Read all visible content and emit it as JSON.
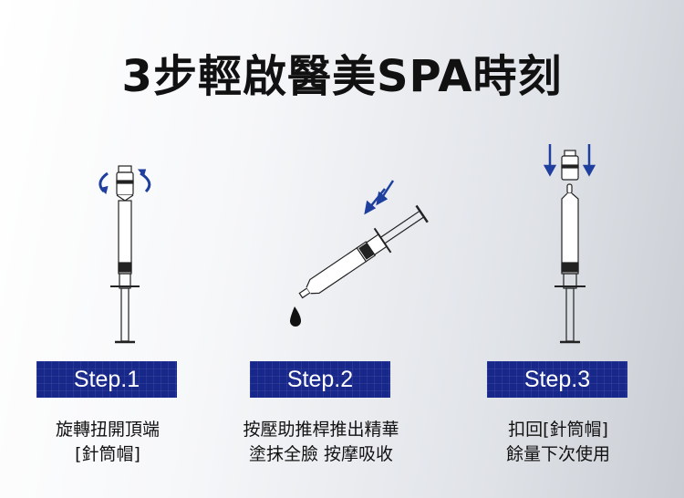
{
  "title": "3步輕啟醫美SPA時刻",
  "steps": [
    {
      "label": "Step.1",
      "line1": "旋轉扭開頂端",
      "line2": "[針筒帽]"
    },
    {
      "label": "Step.2",
      "line1": "按壓助推桿推出精華",
      "line2": "塗抹全臉 按摩吸收"
    },
    {
      "label": "Step.3",
      "line1": "扣回[針筒帽]",
      "line2": "餘量下次使用"
    }
  ],
  "colors": {
    "accent": "#17278a",
    "arrow": "#1f3f9e"
  }
}
